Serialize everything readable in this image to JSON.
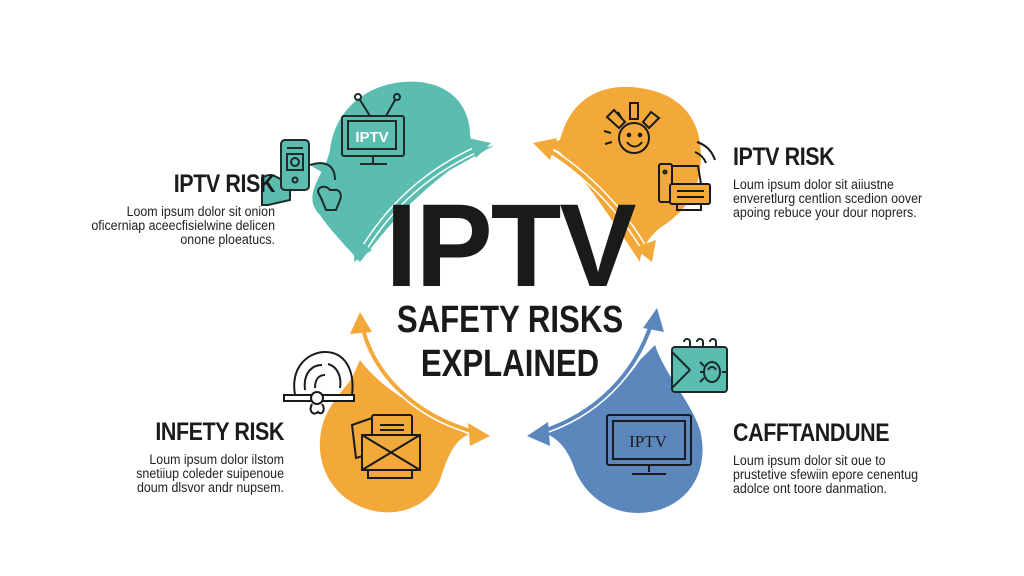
{
  "title": {
    "main": "IPTV",
    "line1": "SAFETY RISKS",
    "line2": "EXPLAINED"
  },
  "quadrants": [
    {
      "position": "top-left",
      "heading": "IPTV RISK",
      "body": "Loom ipsum dolor sit onion oficerniap aceecfisielwine delicen onone ploeatucs.",
      "color": "#5bbcb0",
      "icons": [
        "smart-tv-icon",
        "phone-in-hand-icon",
        "touch-gesture-icon"
      ],
      "tv_label": "IPTV"
    },
    {
      "position": "top-right",
      "heading": "IPTV RISK",
      "body": "Loum ipsum dolor sit aiiustne enveretlurg centlion scedion oover apoing rebuce your dour noprers.",
      "color": "#f2a93a",
      "icons": [
        "smiling-sun-icon",
        "wireless-printer-icon"
      ]
    },
    {
      "position": "bottom-left",
      "heading": "INFETY RISK",
      "body": "Loum ipsum dolor ilstom snetiiup coleder suipenoue doum dlsvor andr nupsem.",
      "color": "#f2a93a",
      "icons": [
        "satellite-signal-icon",
        "envelope-stack-icon"
      ]
    },
    {
      "position": "bottom-right",
      "heading": "CAFFTANDUNE",
      "body": "Loum ipsum dolor sit oue to prustetive sfewiin epore cenentug adolce ont toore danmation.",
      "color": "#5b87bd",
      "icons": [
        "monitor-iptv-icon",
        "calendar-bug-icon"
      ],
      "tv_label": "IPTV"
    }
  ],
  "colors": {
    "teal": "#5bbcb0",
    "orange": "#f2a93a",
    "blue": "#5b87bd",
    "ink": "#1b1b1b",
    "background": "#ffffff"
  }
}
